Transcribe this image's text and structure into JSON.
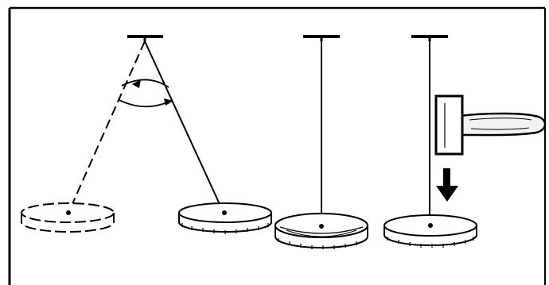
{
  "figure": {
    "panels": [
      {
        "id": "swinging-disc",
        "icon": "pendulum-swing-icon"
      },
      {
        "id": "hanging-disc",
        "icon": "suspended-disc-icon"
      },
      {
        "id": "hanging-dished-disc",
        "icon": "suspended-warped-disc-icon"
      },
      {
        "id": "hammer-strike-disc",
        "icon": "hammer-icon"
      }
    ],
    "colors": {
      "ink": "#000000",
      "paper": "#ffffff",
      "handle_fill": "#f2f2f2"
    }
  }
}
